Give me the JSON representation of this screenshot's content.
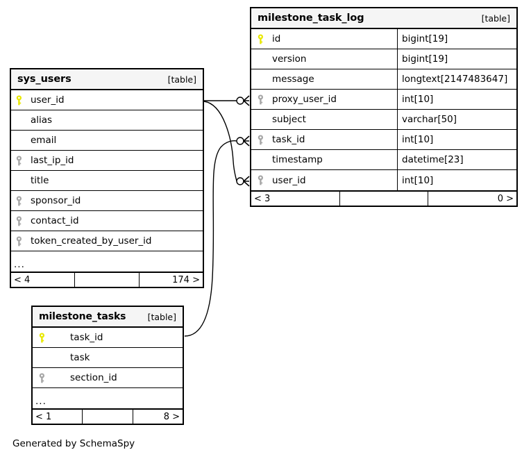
{
  "diagram": {
    "caption": "Generated by SchemaSpy",
    "kind_label": "[table]",
    "more_columns_marker": "...",
    "colors": {
      "primary_key": "#e8e800",
      "foreign_key": "#a6a6a6",
      "border": "#000000",
      "header_background": "#f5f5f5",
      "background": "#ffffff"
    }
  },
  "tables": {
    "milestone_task_log": {
      "name": "milestone_task_log",
      "kind": "[table]",
      "columns": [
        {
          "key": "primary",
          "name": "id",
          "type": "bigint[19]"
        },
        {
          "key": "none",
          "name": "version",
          "type": "bigint[19]"
        },
        {
          "key": "none",
          "name": "message",
          "type": "longtext[2147483647]"
        },
        {
          "key": "foreign",
          "name": "proxy_user_id",
          "type": "int[10]"
        },
        {
          "key": "none",
          "name": "subject",
          "type": "varchar[50]"
        },
        {
          "key": "foreign",
          "name": "task_id",
          "type": "int[10]"
        },
        {
          "key": "none",
          "name": "timestamp",
          "type": "datetime[23]"
        },
        {
          "key": "foreign",
          "name": "user_id",
          "type": "int[10]"
        }
      ],
      "has_more_row": false,
      "footer": {
        "left": "< 3",
        "middle": "",
        "right": "0 >"
      }
    },
    "sys_users": {
      "name": "sys_users",
      "kind": "[table]",
      "columns": [
        {
          "key": "primary",
          "name": "user_id",
          "type": ""
        },
        {
          "key": "none",
          "name": "alias",
          "type": ""
        },
        {
          "key": "none",
          "name": "email",
          "type": ""
        },
        {
          "key": "foreign",
          "name": "last_ip_id",
          "type": ""
        },
        {
          "key": "none",
          "name": "title",
          "type": ""
        },
        {
          "key": "foreign",
          "name": "sponsor_id",
          "type": ""
        },
        {
          "key": "foreign",
          "name": "contact_id",
          "type": ""
        },
        {
          "key": "foreign",
          "name": "token_created_by_user_id",
          "type": ""
        }
      ],
      "has_more_row": true,
      "footer": {
        "left": "< 4",
        "middle": "",
        "right": "174 >"
      }
    },
    "milestone_tasks": {
      "name": "milestone_tasks",
      "kind": "[table]",
      "columns": [
        {
          "key": "primary",
          "name": "task_id",
          "type": ""
        },
        {
          "key": "none",
          "name": "task",
          "type": ""
        },
        {
          "key": "foreign",
          "name": "section_id",
          "type": ""
        }
      ],
      "has_more_row": true,
      "footer": {
        "left": "< 1",
        "middle": "",
        "right": "8 >"
      }
    }
  },
  "relationships": [
    {
      "name": "sys_users-user_id-to-log-proxy_user_id",
      "from": "sys_users.user_id",
      "to": "milestone_task_log.proxy_user_id"
    },
    {
      "name": "sys_users-user_id-to-log-user_id",
      "from": "sys_users.user_id",
      "to": "milestone_task_log.user_id"
    },
    {
      "name": "tasks-task_id-to-log-task_id",
      "from": "milestone_tasks.task_id",
      "to": "milestone_task_log.task_id"
    }
  ]
}
